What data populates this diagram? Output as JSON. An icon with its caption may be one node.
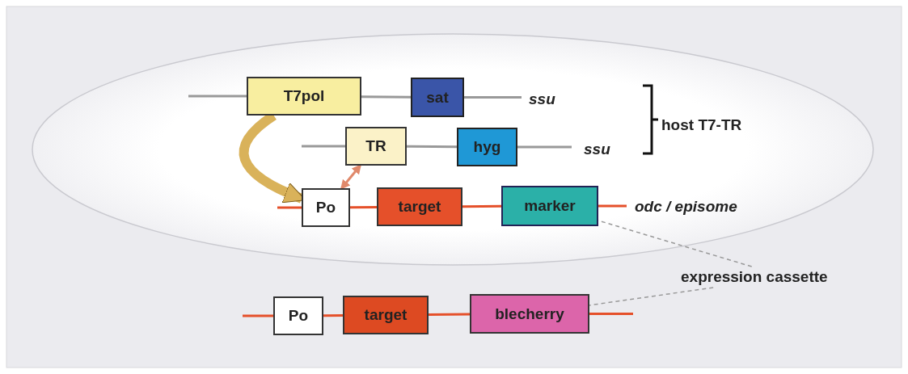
{
  "diagram": {
    "nodes": [
      {
        "text": [
          "T7pol"
        ]
      },
      {
        "text": [
          "sat"
        ]
      },
      {
        "text": [
          "TR"
        ]
      },
      {
        "text": [
          "hyg"
        ]
      },
      {
        "text": [
          "Po"
        ]
      },
      {
        "text": [
          "target"
        ]
      },
      {
        "text": [
          "marker"
        ]
      },
      {
        "text": [
          "Po"
        ]
      },
      {
        "text": [
          "target"
        ]
      },
      {
        "text": [
          "blecherry"
        ]
      },
      {
        "text": [
          "expression cassette"
        ]
      }
    ],
    "edges": [
      {
        "from": null,
        "to": 0,
        "arrow": "none",
        "color": "#999999"
      },
      {
        "from": 0,
        "to": 1,
        "arrow": "none",
        "color": "#999999"
      },
      {
        "from": 1,
        "to": null,
        "arrow": "none",
        "color": "#999999"
      },
      {
        "from": null,
        "to": 2,
        "arrow": "none",
        "color": "#999999"
      },
      {
        "from": 2,
        "to": 3,
        "arrow": "none",
        "color": "#999999"
      },
      {
        "from": 3,
        "to": null,
        "arrow": "none",
        "color": "#999999"
      },
      {
        "from": 0,
        "to": 4,
        "arrow": "to",
        "style": "thick",
        "color": "#d9b25a"
      },
      {
        "from": 2,
        "to": 4,
        "arrow": "both",
        "color": "#e0896b"
      },
      {
        "from": null,
        "to": 4,
        "arrow": "none",
        "color": "#e5502a"
      },
      {
        "from": 4,
        "to": 5,
        "arrow": "none",
        "color": "#e5502a"
      },
      {
        "from": 5,
        "to": 6,
        "arrow": "none",
        "color": "#e5502a"
      },
      {
        "from": 6,
        "to": null,
        "arrow": "none",
        "color": "#e5502a"
      },
      {
        "from": 10,
        "to": 6,
        "arrow": "none",
        "style": "dashed",
        "color": "#999999"
      },
      {
        "from": 10,
        "to": 9,
        "arrow": "none",
        "style": "dashed",
        "color": "#999999"
      },
      {
        "from": null,
        "to": 7,
        "arrow": "none",
        "color": "#e5502a"
      },
      {
        "from": 7,
        "to": 8,
        "arrow": "none",
        "color": "#e5502a"
      },
      {
        "from": 8,
        "to": 9,
        "arrow": "none",
        "color": "#e5502a"
      },
      {
        "from": 9,
        "to": null,
        "arrow": "none",
        "color": "#e5502a"
      }
    ],
    "labels": [
      "ssu",
      "host T7-TR",
      "ssu",
      "odc / episome"
    ]
  }
}
